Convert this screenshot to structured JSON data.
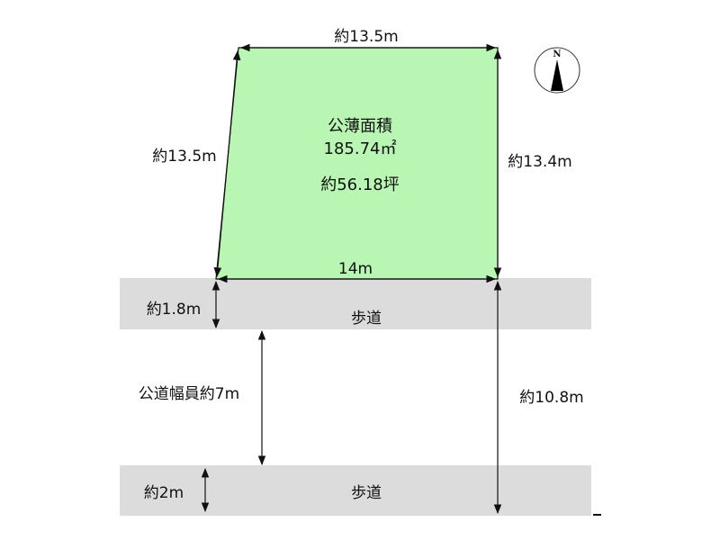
{
  "plot": {
    "title": "公薄面積",
    "area_sqm": "185.74㎡",
    "area_tsubo": "約56.18坪",
    "fill_color": "#b9f5b3"
  },
  "dimensions": {
    "top": "約13.5m",
    "left": "約13.5m",
    "right": "約13.4m",
    "bottom": "14m",
    "sidewalk_top_width": "約1.8m",
    "road_width": "公道幅員約7m",
    "road_total": "約10.8m",
    "sidewalk_bottom_width": "約2m"
  },
  "sidewalks": {
    "top_label": "歩道",
    "bottom_label": "歩道",
    "color": "#dcdcdc"
  },
  "compass": {
    "label": "N"
  }
}
